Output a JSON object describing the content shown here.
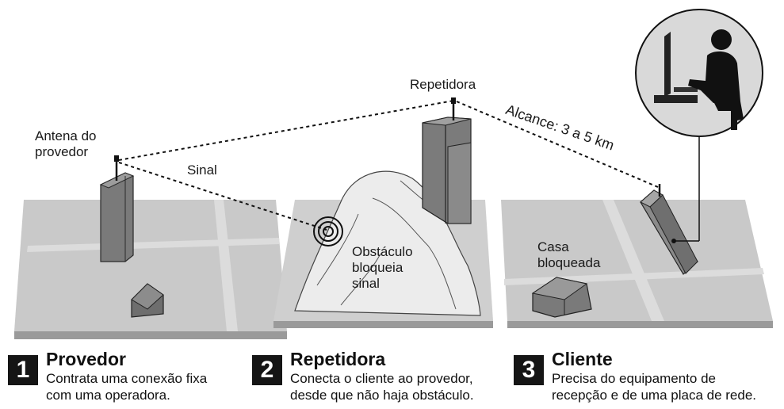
{
  "labels": {
    "antena": [
      "Antena do",
      "provedor"
    ],
    "sinal": "Sinal",
    "repetidora": "Repetidora",
    "alcance": "Alcance: 3 a 5 km",
    "obstaculo": [
      "Obstáculo",
      "bloqueia",
      "sinal"
    ],
    "casa": [
      "Casa",
      "bloqueada"
    ]
  },
  "steps": [
    {
      "number": "1",
      "title": "Provedor",
      "desc": [
        "Contrata uma conexão fixa",
        "com uma operadora."
      ]
    },
    {
      "number": "2",
      "title": "Repetidora",
      "desc": [
        "Conecta o cliente ao provedor,",
        "desde que não haja obstáculo."
      ]
    },
    {
      "number": "3",
      "title": "Cliente",
      "desc": [
        "Precisa do equipamento de",
        "recepção e de uma placa de rede."
      ]
    }
  ]
}
